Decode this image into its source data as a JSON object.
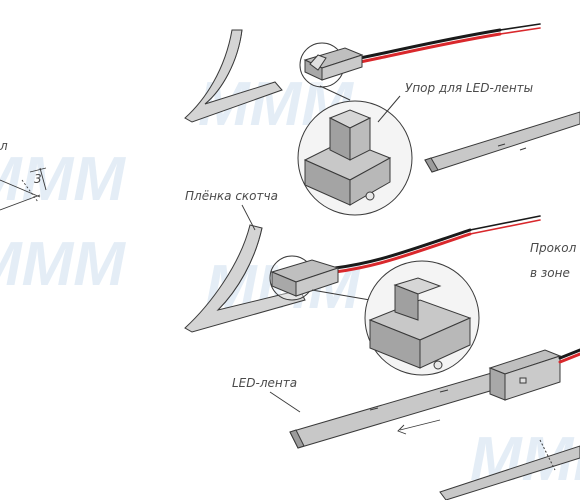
{
  "labels": {
    "stop": "Упор для LED-ленты",
    "tape_film": "Плёнка скотча",
    "piercing_1": "Прокол",
    "piercing_2": "в зоне",
    "led_strip": "LED-лента",
    "dim_left": "л",
    "dim_num": "3"
  },
  "watermark": {
    "text": "MMM",
    "color": "#cfe0f0"
  },
  "colors": {
    "line": "#3a3a3a",
    "tape_fill": "#d4d4d4",
    "strip_fill": "#c8c8c8",
    "wire_red": "#d9282c",
    "wire_black": "#1a1a1a",
    "connector_fill": "#bfbfbf"
  }
}
